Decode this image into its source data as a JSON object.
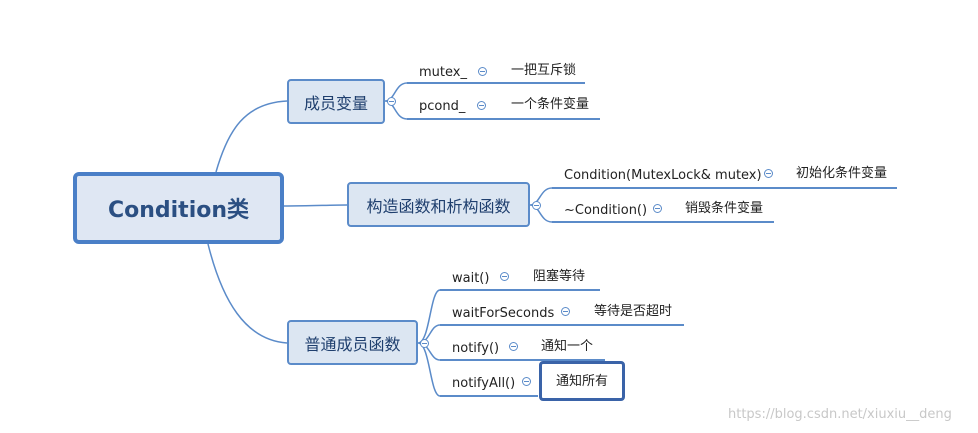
{
  "root": {
    "label": "Condition类"
  },
  "branches": {
    "members": {
      "label": "成员变量",
      "items": [
        {
          "name": "mutex_",
          "desc": "一把互斥锁"
        },
        {
          "name": "pcond_",
          "desc": "一个条件变量"
        }
      ]
    },
    "ctor_dtor": {
      "label": "构造函数和析构函数",
      "items": [
        {
          "name": "Condition(MutexLock& mutex)",
          "desc": "初始化条件变量"
        },
        {
          "name": "~Condition()",
          "desc": "销毁条件变量"
        }
      ]
    },
    "methods": {
      "label": "普通成员函数",
      "items": [
        {
          "name": "wait()",
          "desc": "阻塞等待"
        },
        {
          "name": "waitForSeconds",
          "desc": "等待是否超时"
        },
        {
          "name": "notify()",
          "desc": "通知一个"
        },
        {
          "name": "notifyAll()",
          "desc": "通知所有"
        }
      ]
    }
  },
  "watermark": "https://blog.csdn.net/xiuxiu__deng",
  "colors": {
    "line": "#5b8bc9",
    "node_fill": "#dce6f2",
    "node_border": "#5b8bc9",
    "highlight_border": "#3a63a8"
  }
}
